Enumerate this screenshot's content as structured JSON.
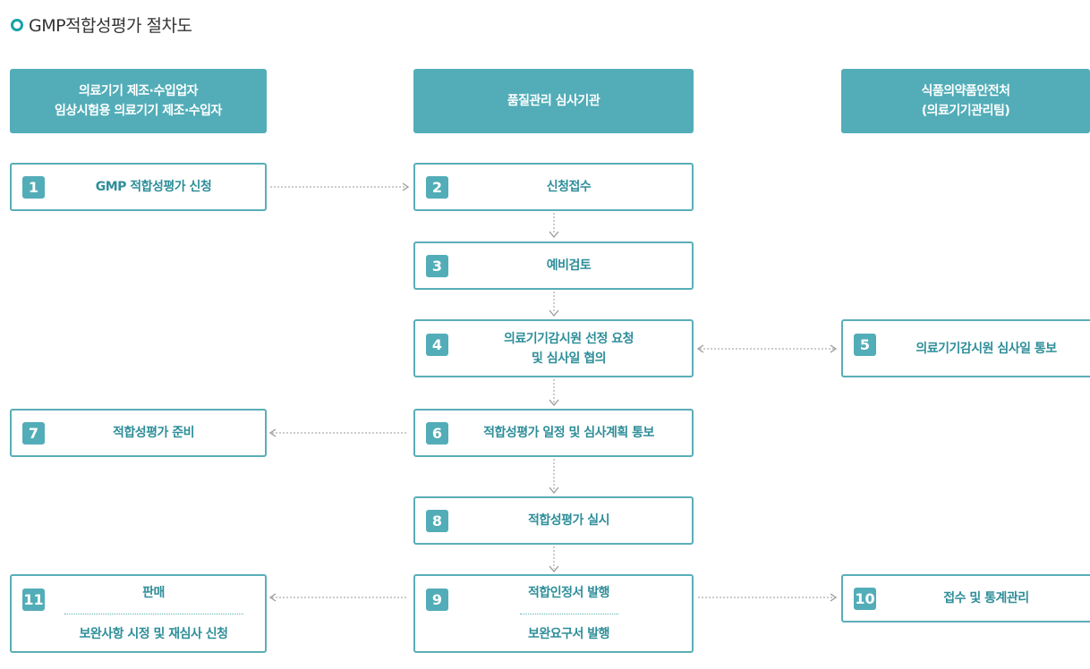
{
  "title": "GMP적합성평가 절차도",
  "columns": {
    "manufacturer": {
      "line1": "의료기기 제조·수입업자",
      "line2": "임상시험용 의료기기 제조·수입자"
    },
    "review_agency": {
      "line1": "품질관리 심사기관"
    },
    "mfds": {
      "line1": "식품의약품안전처",
      "line2": "(의료기기관리팀)"
    }
  },
  "steps": {
    "s1": {
      "num": "1",
      "label": "GMP 적합성평가 신청"
    },
    "s2": {
      "num": "2",
      "label": "신청접수"
    },
    "s3": {
      "num": "3",
      "label": "예비검토"
    },
    "s4": {
      "num": "4",
      "line1": "의료기기감시원 선정 요청",
      "line2": "및 심사일 협의"
    },
    "s5": {
      "num": "5",
      "label": "의료기기감시원 심사일 통보"
    },
    "s6": {
      "num": "6",
      "label": "적합성평가 일정 및 심사계획 통보"
    },
    "s7": {
      "num": "7",
      "label": "적합성평가 준비"
    },
    "s8": {
      "num": "8",
      "label": "적합성평가 실시"
    },
    "s9": {
      "num": "9",
      "line1": "적합인정서 발행",
      "line2": "보완요구서 발행"
    },
    "s10": {
      "num": "10",
      "label": "접수 및 통계관리"
    },
    "s11": {
      "num": "11",
      "line1": "판매",
      "line2": "보완사항 시정 및 재심사 신청"
    }
  },
  "colors": {
    "accent": "#52adb8",
    "border": "#5aaeb7",
    "text": "#2e8e99",
    "connector": "#999999"
  }
}
